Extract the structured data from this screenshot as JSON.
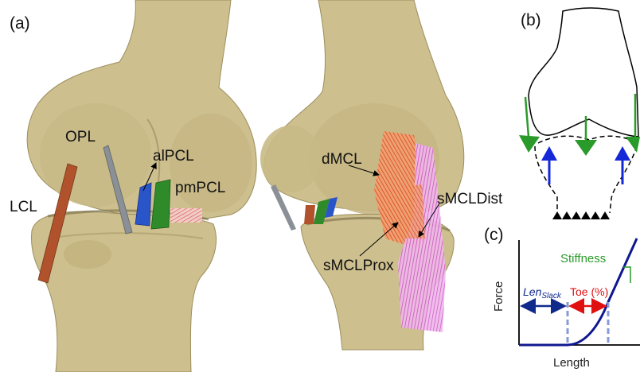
{
  "panels": {
    "a": {
      "label": "(a)"
    },
    "b": {
      "label": "(b)"
    },
    "c": {
      "label": "(c)"
    }
  },
  "ligaments_left": {
    "opl": "OPL",
    "alpcl": "alPCL",
    "pmpcl": "pmPCL",
    "lcl": "LCL"
  },
  "ligaments_right": {
    "dmcl": "dMCL",
    "smcldist": "sMCLDist",
    "smclprox": "sMCLProx"
  },
  "curve": {
    "ylabel": "Force",
    "xlabel": "Length",
    "stiffness": "Stiffness",
    "len_main": "Len",
    "len_sub": "Slack",
    "toe": "Toe (%)"
  },
  "colors": {
    "bone": "#cdbf8e",
    "bone_shadow": "#a89a66",
    "lcl": "#b0532c",
    "opl": "#8a9096",
    "alpcl": "#2a55c8",
    "pmpcl": "#2f8a2a",
    "mcl_orange": "#e0763c",
    "mcl_pink": "#d85ac8",
    "force_green": "#2a9a2a",
    "force_blue": "#1428d8",
    "curve_blue": "#101890",
    "toe_red": "#e01010",
    "slack_blue": "#102a8c",
    "dashed_guide": "#8a9ad8"
  }
}
